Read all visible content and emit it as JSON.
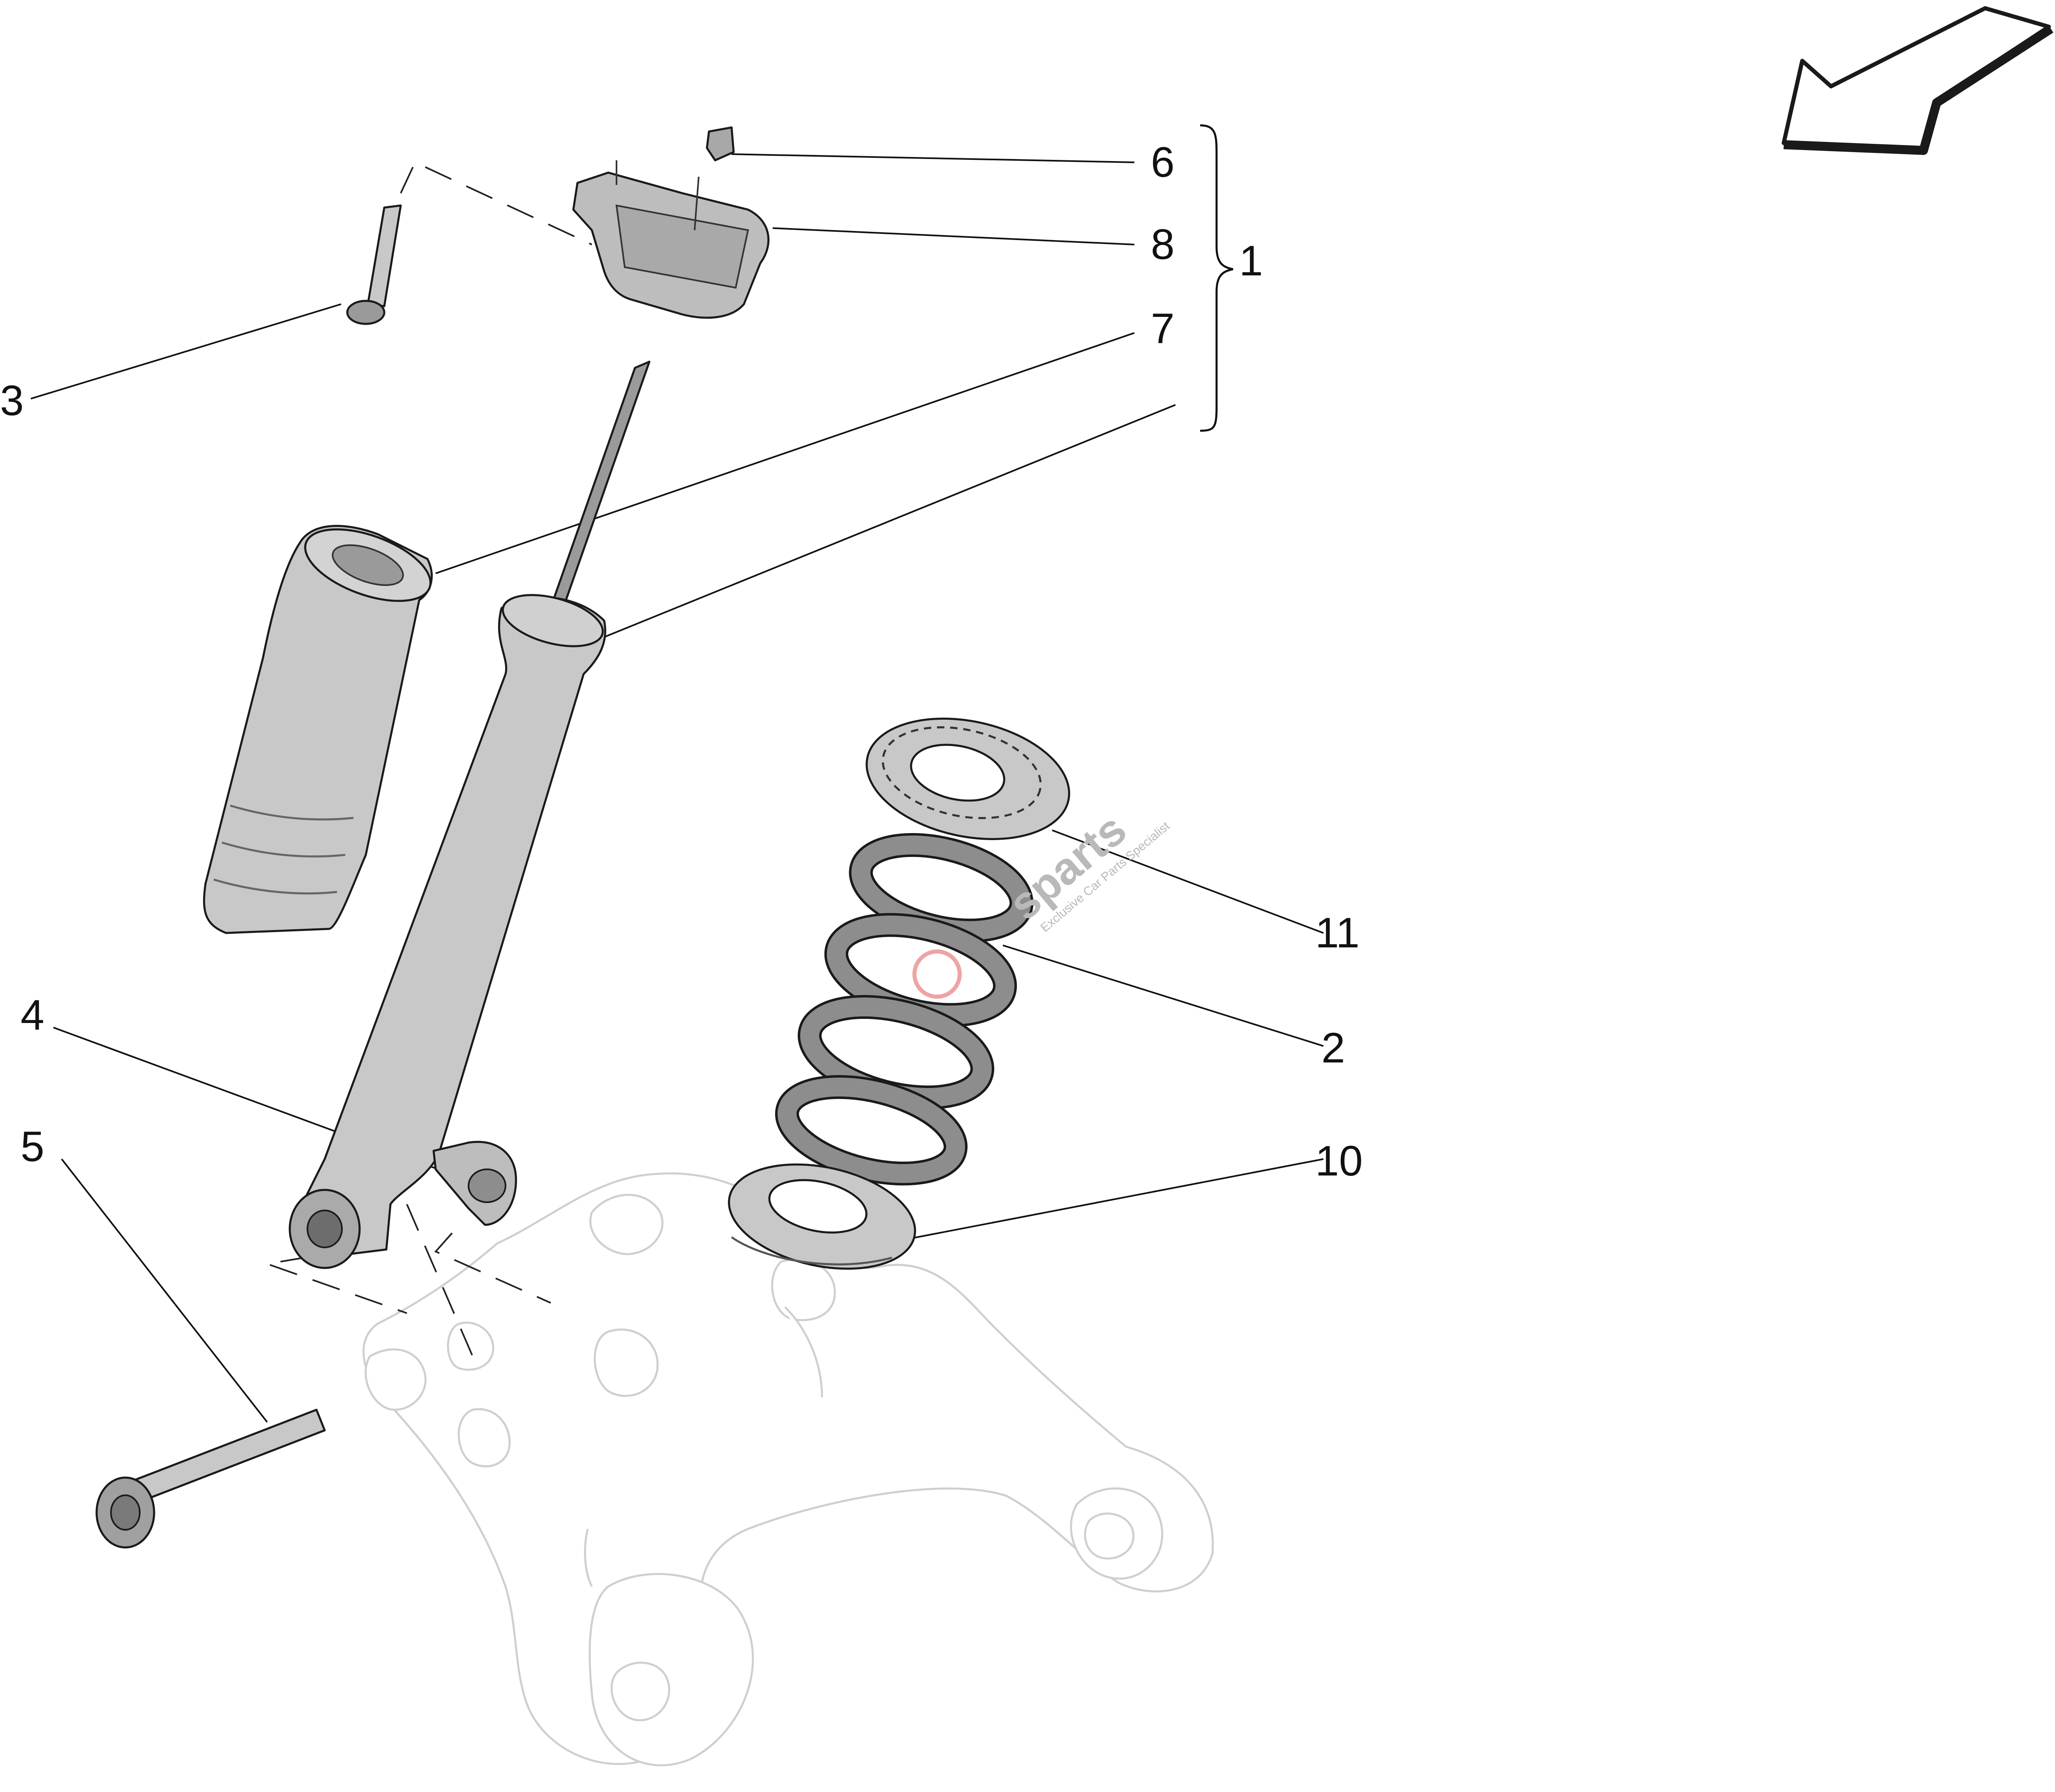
{
  "callouts": {
    "c1": "1",
    "c2": "2",
    "c3": "3",
    "c4": "4",
    "c5": "5",
    "c6": "6",
    "c7": "7",
    "c8": "8",
    "c10": "10",
    "c11": "11"
  },
  "watermark": {
    "brand": "sparts",
    "tagline": "Exclusive Car Parts Specialist"
  },
  "colors": {
    "part_fill": "#c8c8c8",
    "part_fill_dark": "#8d8d8d",
    "ghost_line": "#cfcfcf",
    "watermark_red": "#e05a5a"
  },
  "icons": {
    "direction": "arrow-icon"
  }
}
